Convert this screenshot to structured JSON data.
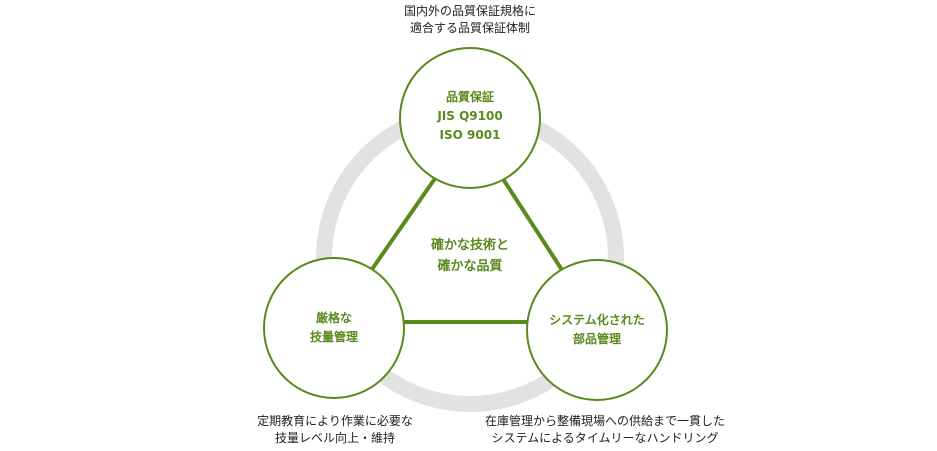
{
  "colors": {
    "ring": "#e2e2e2",
    "accent": "#5a8a1e",
    "circle_fill": "#ffffff",
    "text": "#222222"
  },
  "top_caption": {
    "line1": "国内外の品質保証規格に",
    "line2": "適合する品質保証体制"
  },
  "nodes": {
    "quality": {
      "line1": "品質保証",
      "line2": "JIS Q9100",
      "line3": "ISO 9001"
    },
    "skill": {
      "line1": "厳格な",
      "line2": "技量管理"
    },
    "parts": {
      "line1": "システム化された",
      "line2": "部品管理"
    }
  },
  "center": {
    "line1": "確かな技術と",
    "line2": "確かな品質"
  },
  "left_caption": {
    "line1": "定期教育により作業に必要な",
    "line2": "技量レベル向上・維持"
  },
  "right_caption": {
    "line1": "在庫管理から整備現場への供給まで一貫した",
    "line2": "システムによるタイムリーなハンドリング"
  }
}
